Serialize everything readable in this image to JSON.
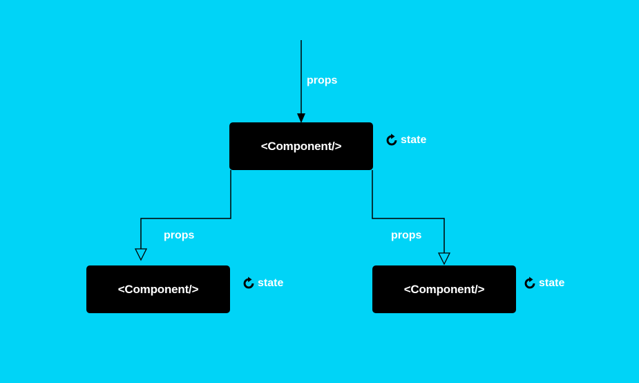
{
  "colors": {
    "background": "#00d4f7",
    "node_fill": "#000000",
    "text": "#ffffff",
    "connector": "#000000"
  },
  "diagram": {
    "nodes": [
      {
        "label": "<Component/>",
        "state_label": "state"
      },
      {
        "label": "<Component/>",
        "state_label": "state"
      },
      {
        "label": "<Component/>",
        "state_label": "state"
      }
    ],
    "edges": [
      {
        "label": "props",
        "to": 0
      },
      {
        "label": "props",
        "from": 0,
        "to": 1
      },
      {
        "label": "props",
        "from": 0,
        "to": 2
      }
    ]
  }
}
